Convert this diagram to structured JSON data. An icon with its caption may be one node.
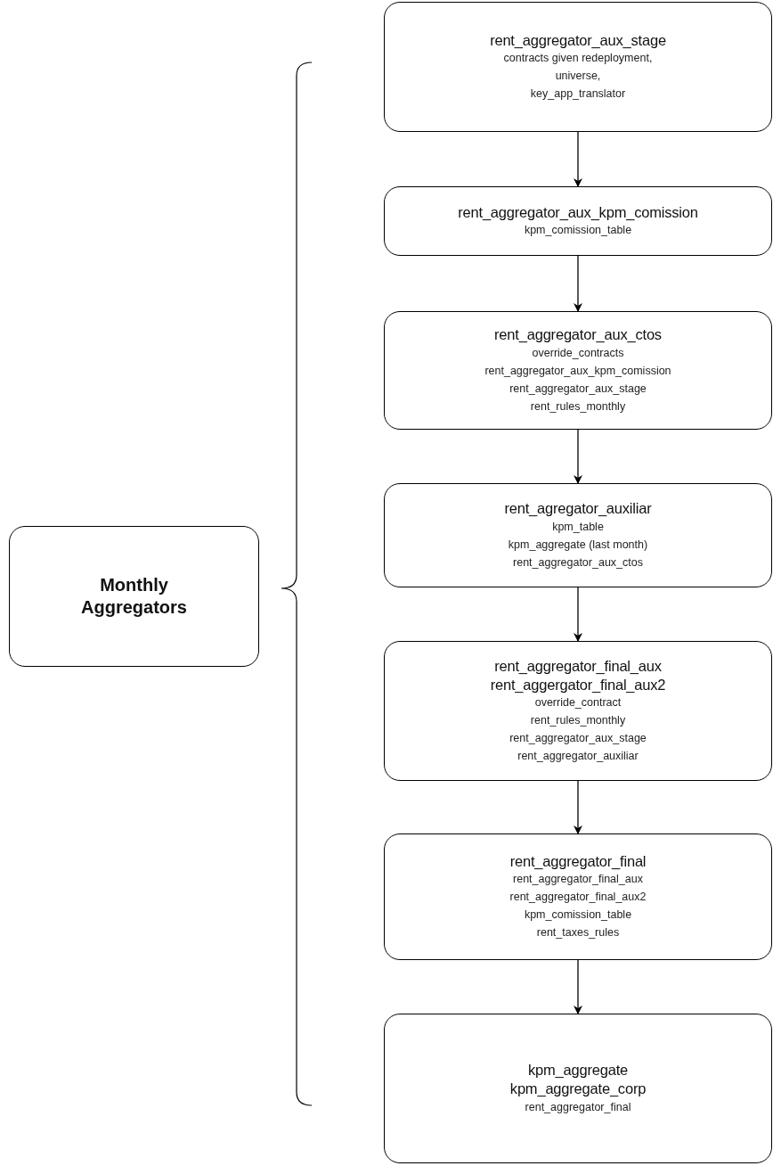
{
  "diagram": {
    "nodes": [
      {
        "text": [
          "Monthly Aggregators"
        ]
      },
      {
        "text": [
          "rent_aggregator_aux_stage",
          "contracts given redeployment,",
          "universe,",
          "key_app_translator"
        ]
      },
      {
        "text": [
          "rent_aggregator_aux_kpm_comission",
          "kpm_comission_table"
        ]
      },
      {
        "text": [
          "rent_aggregator_aux_ctos",
          "override_contracts",
          "rent_aggregator_aux_kpm_comission",
          "rent_aggregator_aux_stage",
          "rent_rules_monthly"
        ]
      },
      {
        "text": [
          "rent_agregator_auxiliar",
          "kpm_table",
          "kpm_aggregate (last month)",
          "rent_aggregator_aux_ctos"
        ]
      },
      {
        "text": [
          "rent_aggregator_final_aux",
          "rent_aggergator_final_aux2",
          "override_contract",
          "rent_rules_monthly",
          "rent_aggregator_aux_stage",
          "rent_aggregator_auxiliar"
        ]
      },
      {
        "text": [
          "rent_aggregator_final",
          "rent_aggregator_final_aux",
          "rent_aggregator_final_aux2",
          "kpm_comission_table",
          "rent_taxes_rules"
        ]
      },
      {
        "text": [
          "kpm_aggregate",
          "kpm_aggregate_corp",
          "rent_aggregator_final"
        ]
      }
    ],
    "edges": [
      {
        "from": 1,
        "to": 2,
        "arrow": "to"
      },
      {
        "from": 2,
        "to": 3,
        "arrow": "to"
      },
      {
        "from": 3,
        "to": 4,
        "arrow": "to"
      },
      {
        "from": 4,
        "to": 5,
        "arrow": "to"
      },
      {
        "from": 5,
        "to": 6,
        "arrow": "to"
      },
      {
        "from": 6,
        "to": 7,
        "arrow": "to"
      }
    ]
  }
}
